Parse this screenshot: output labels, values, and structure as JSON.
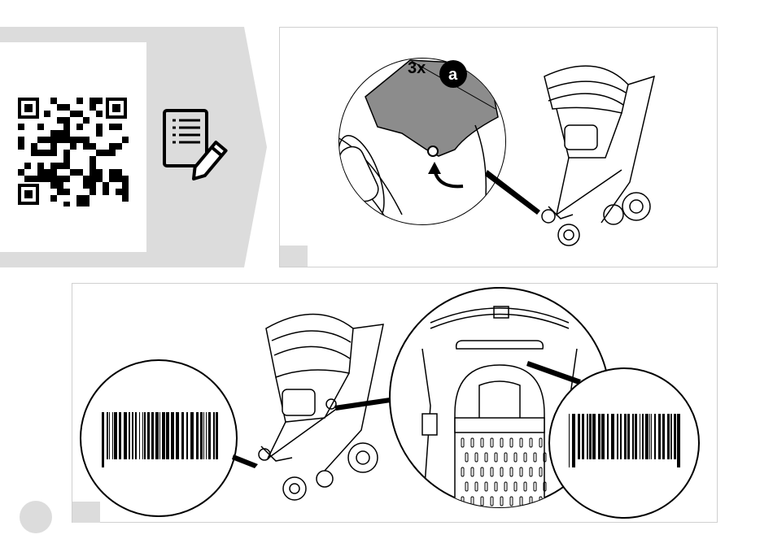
{
  "callout": {
    "count_label": "3x",
    "badge_letter": "a"
  },
  "icons": {
    "qr": "qr-code-icon",
    "notes": "notepad-pencil-icon",
    "barcode": "barcode-icon",
    "stroller": "stroller-illustration"
  },
  "colors": {
    "banner_gray": "#dcdcdc",
    "fabric_gray": "#8c8c8c",
    "ink": "#000000"
  }
}
